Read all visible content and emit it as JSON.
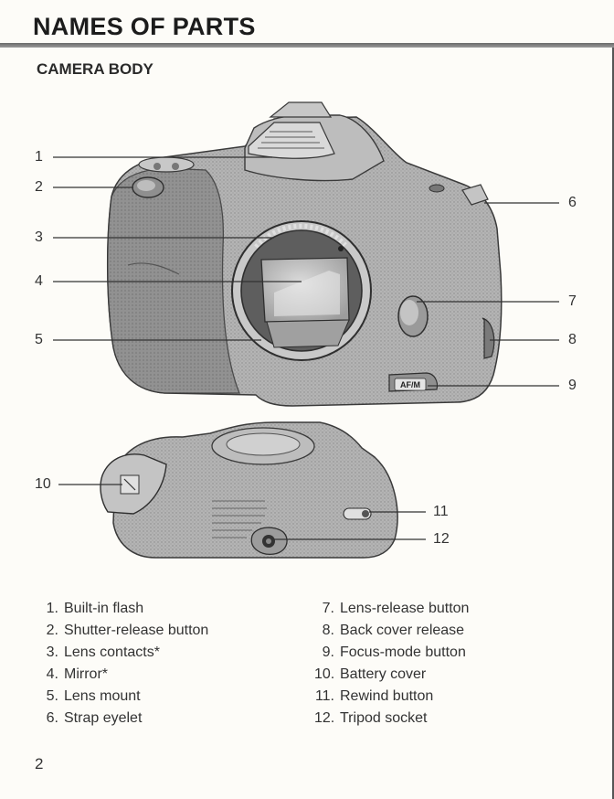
{
  "header": {
    "title": "NAMES OF PARTS",
    "section": "CAMERA BODY"
  },
  "callouts": [
    "1",
    "2",
    "3",
    "4",
    "5",
    "6",
    "7",
    "8",
    "9",
    "10",
    "11",
    "12"
  ],
  "figure": {
    "button_label": "AF/M"
  },
  "parts_left": [
    {
      "num": "1.",
      "label": "Built-in flash"
    },
    {
      "num": "2.",
      "label": "Shutter-release button"
    },
    {
      "num": "3.",
      "label": "Lens contacts*"
    },
    {
      "num": "4.",
      "label": "Mirror*"
    },
    {
      "num": "5.",
      "label": "Lens mount"
    },
    {
      "num": "6.",
      "label": "Strap eyelet"
    }
  ],
  "parts_right": [
    {
      "num": "7.",
      "label": "Lens-release button"
    },
    {
      "num": "8.",
      "label": "Back cover release"
    },
    {
      "num": "9.",
      "label": "Focus-mode button"
    },
    {
      "num": "10.",
      "label": "Battery cover"
    },
    {
      "num": "11.",
      "label": "Rewind button"
    },
    {
      "num": "12.",
      "label": "Tripod socket"
    }
  ],
  "page_number": "2",
  "colors": {
    "body": "#a9a9a9",
    "dark": "#5a5a5a",
    "line": "#333333",
    "paper": "#fdfcf8"
  }
}
